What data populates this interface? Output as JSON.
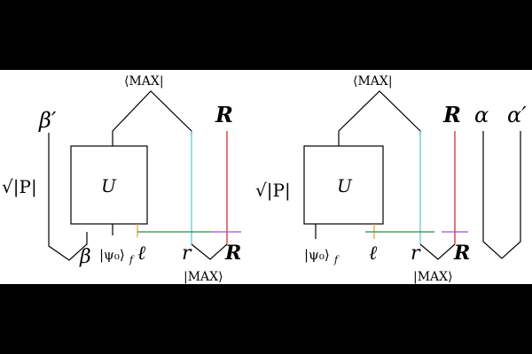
{
  "colors": {
    "background": "#000000",
    "panel": "#ffffff",
    "ink": "#000000",
    "cyan": "#4fc9d8",
    "red": "#c81e1e",
    "green": "#2e8b3e",
    "orange": "#e0a12a",
    "purple": "#a64dcc"
  },
  "left": {
    "bra_max": "⟨MAX|",
    "ket_max": "|MAX⟩",
    "beta_prime": "β′",
    "beta": "β",
    "R_top": "R",
    "R_bottom": "R",
    "U": "U",
    "sqrtP": "√|P|",
    "psi0": "|ψ₀⟩",
    "psi_sub": "f",
    "ell": "ℓ",
    "r": "r"
  },
  "right": {
    "bra_max": "⟨MAX|",
    "ket_max": "|MAX⟩",
    "R_top": "R",
    "R_bottom": "R",
    "alpha": "α",
    "alpha_prime": "α′",
    "U": "U",
    "sqrtP": "√|P|",
    "psi0": "|ψ₀⟩",
    "psi_sub": "f",
    "ell": "ℓ",
    "r": "r"
  }
}
